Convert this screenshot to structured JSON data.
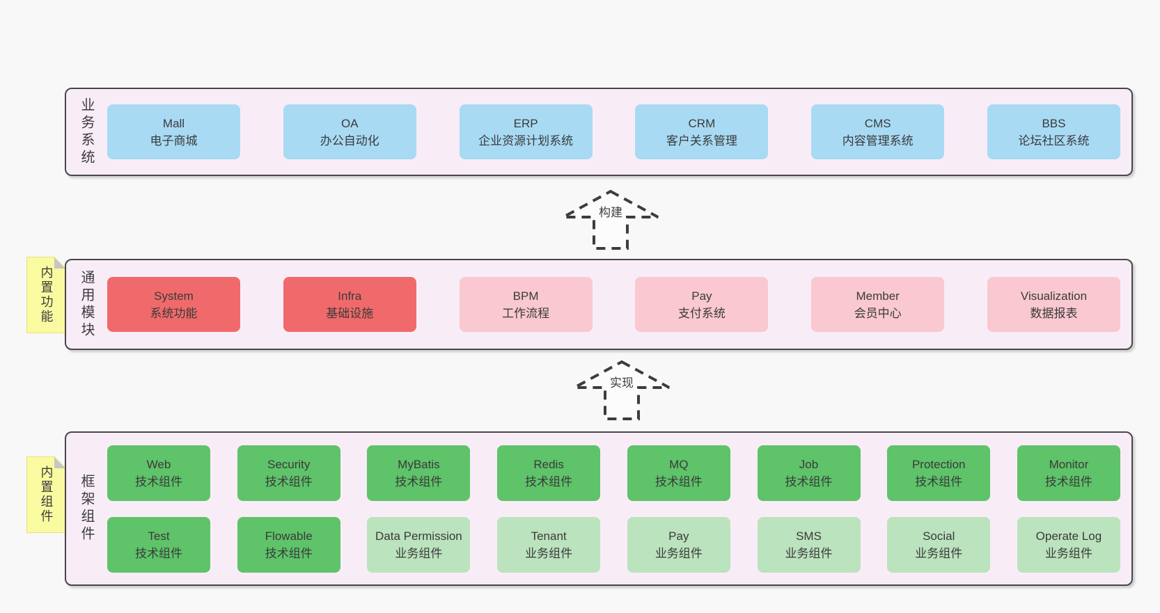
{
  "colors": {
    "page_bg": "#f8f8f8",
    "panel_bg": "#f8edf7",
    "panel_border": "#474747",
    "blue_box": "#a8daf4",
    "red_box": "#f06a6b",
    "pink_box": "#f9c8d0",
    "green_box": "#5ec369",
    "light_green_box": "#bbe3bd",
    "sticky_yellow": "#fafaa0",
    "text": "#3a3a3a"
  },
  "panels": [
    {
      "label_vertical": "业务系统",
      "boxes": [
        {
          "en": "Mall",
          "zh": "电子商城",
          "variant": "blue"
        },
        {
          "en": "OA",
          "zh": "办公自动化",
          "variant": "blue"
        },
        {
          "en": "ERP",
          "zh": "企业资源计划系统",
          "variant": "blue"
        },
        {
          "en": "CRM",
          "zh": "客户关系管理",
          "variant": "blue"
        },
        {
          "en": "CMS",
          "zh": "内容管理系统",
          "variant": "blue"
        },
        {
          "en": "BBS",
          "zh": "论坛社区系统",
          "variant": "blue"
        }
      ]
    },
    {
      "label_vertical": "通用模块",
      "sticky_note": "内置功能",
      "boxes": [
        {
          "en": "System",
          "zh": "系统功能",
          "variant": "red"
        },
        {
          "en": "Infra",
          "zh": "基础设施",
          "variant": "red"
        },
        {
          "en": "BPM",
          "zh": "工作流程",
          "variant": "pink"
        },
        {
          "en": "Pay",
          "zh": "支付系统",
          "variant": "pink"
        },
        {
          "en": "Member",
          "zh": "会员中心",
          "variant": "pink"
        },
        {
          "en": "Visualization",
          "zh": "数据报表",
          "variant": "pink"
        }
      ]
    },
    {
      "label_vertical": "框架组件",
      "sticky_note": "内置组件",
      "box_rows": [
        [
          {
            "en": "Web",
            "zh": "技术组件",
            "variant": "green"
          },
          {
            "en": "Security",
            "zh": "技术组件",
            "variant": "green"
          },
          {
            "en": "MyBatis",
            "zh": "技术组件",
            "variant": "green"
          },
          {
            "en": "Redis",
            "zh": "技术组件",
            "variant": "green"
          },
          {
            "en": "MQ",
            "zh": "技术组件",
            "variant": "green"
          },
          {
            "en": "Job",
            "zh": "技术组件",
            "variant": "green"
          },
          {
            "en": "Protection",
            "zh": "技术组件",
            "variant": "green"
          },
          {
            "en": "Monitor",
            "zh": "技术组件",
            "variant": "green"
          }
        ],
        [
          {
            "en": "Test",
            "zh": "技术组件",
            "variant": "green"
          },
          {
            "en": "Flowable",
            "zh": "技术组件",
            "variant": "green"
          },
          {
            "en": "Data Permission",
            "zh": "业务组件",
            "variant": "light_green"
          },
          {
            "en": "Tenant",
            "zh": "业务组件",
            "variant": "light_green"
          },
          {
            "en": "Pay",
            "zh": "业务组件",
            "variant": "light_green"
          },
          {
            "en": "SMS",
            "zh": "业务组件",
            "variant": "light_green"
          },
          {
            "en": "Social",
            "zh": "业务组件",
            "variant": "light_green"
          },
          {
            "en": "Operate Log",
            "zh": "业务组件",
            "variant": "light_green"
          }
        ]
      ]
    }
  ],
  "arrows": [
    {
      "label": "构建"
    },
    {
      "label": "实现"
    }
  ]
}
